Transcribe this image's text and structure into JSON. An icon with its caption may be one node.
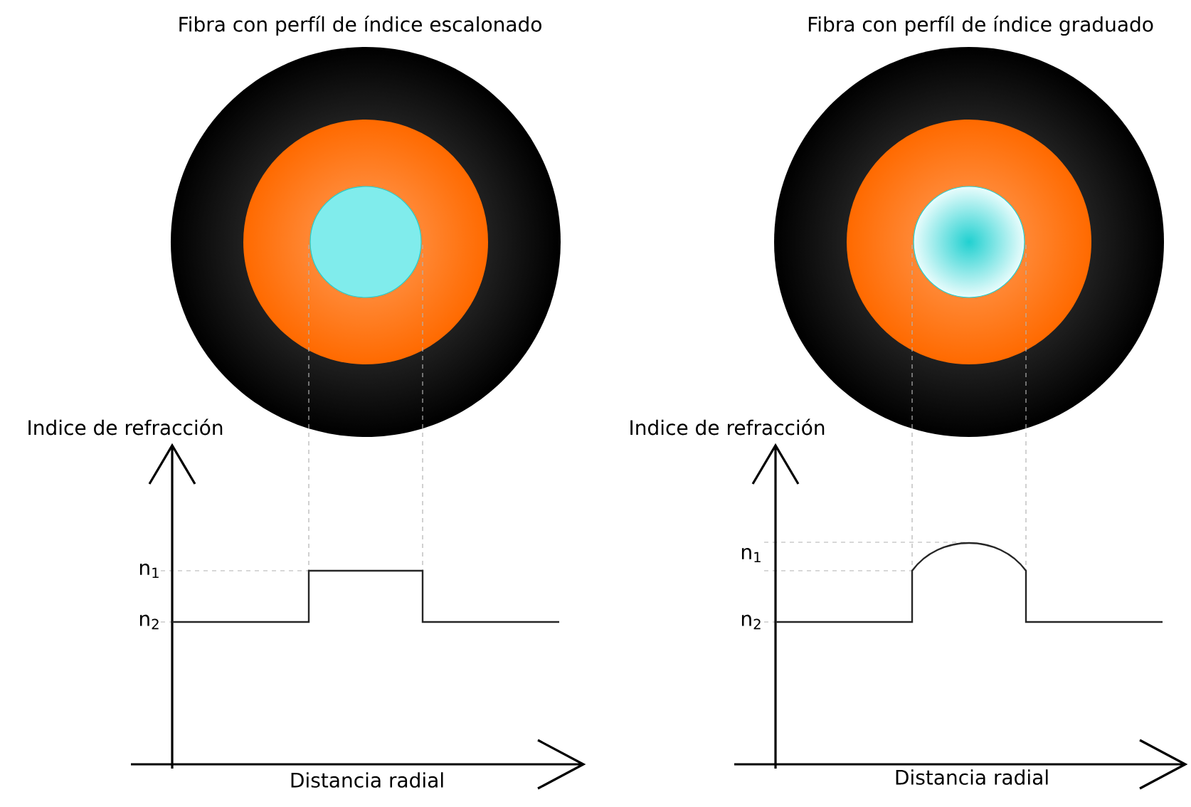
{
  "diagram": {
    "labels": [
      "Fibra con perfíl de índice escalonado",
      "Fibra con perfíl de índice graduado",
      "Indice de refracción",
      "n$_{1}$",
      "n$_{2}$",
      "Distancia radial",
      "Indice de refracción",
      "n$_{1}$",
      "n$_{2}$",
      "Distancia radial"
    ]
  }
}
